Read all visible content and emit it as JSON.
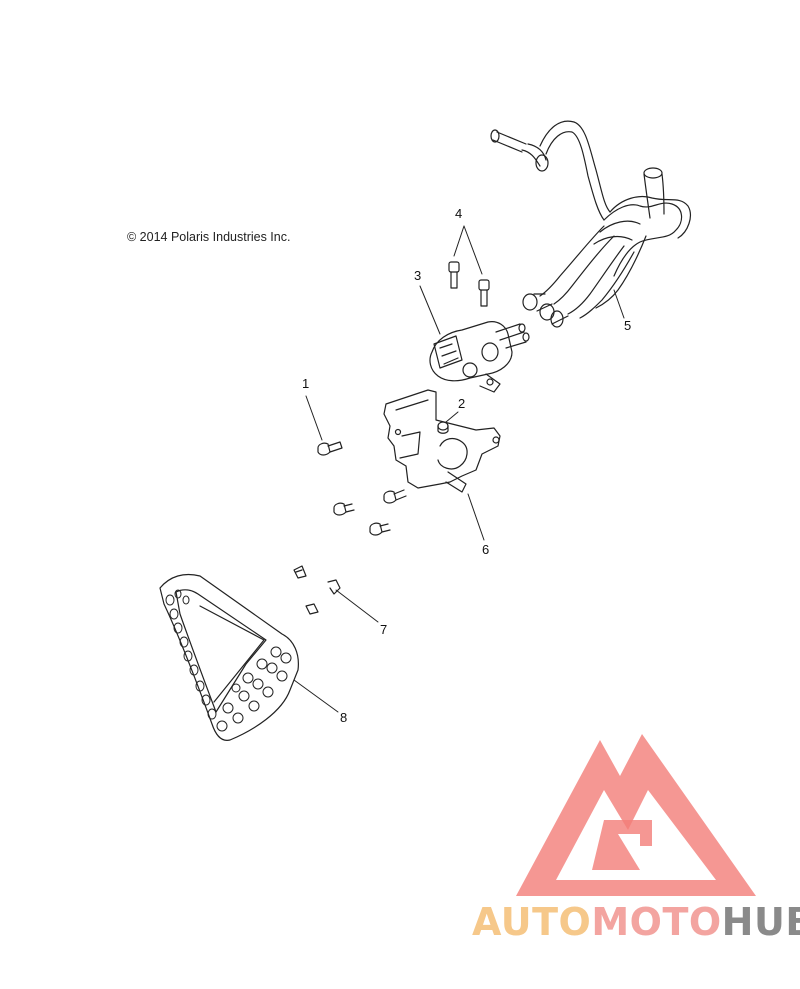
{
  "copyright": "© 2014 Polaris Industries Inc.",
  "callouts": [
    {
      "id": "1",
      "label": "1"
    },
    {
      "id": "2",
      "label": "2"
    },
    {
      "id": "3",
      "label": "3"
    },
    {
      "id": "4",
      "label": "4"
    },
    {
      "id": "5",
      "label": "5"
    },
    {
      "id": "6",
      "label": "6"
    },
    {
      "id": "7",
      "label": "7"
    },
    {
      "id": "8",
      "label": "8"
    }
  ],
  "watermark": {
    "word1": "AUTO",
    "word2": "MOTO",
    "word3": "HUB",
    "colors": {
      "auto": "#f6c88a",
      "moto": "#f3a4a0",
      "hub": "#8a8a8a",
      "logo": "#f27d78"
    }
  }
}
